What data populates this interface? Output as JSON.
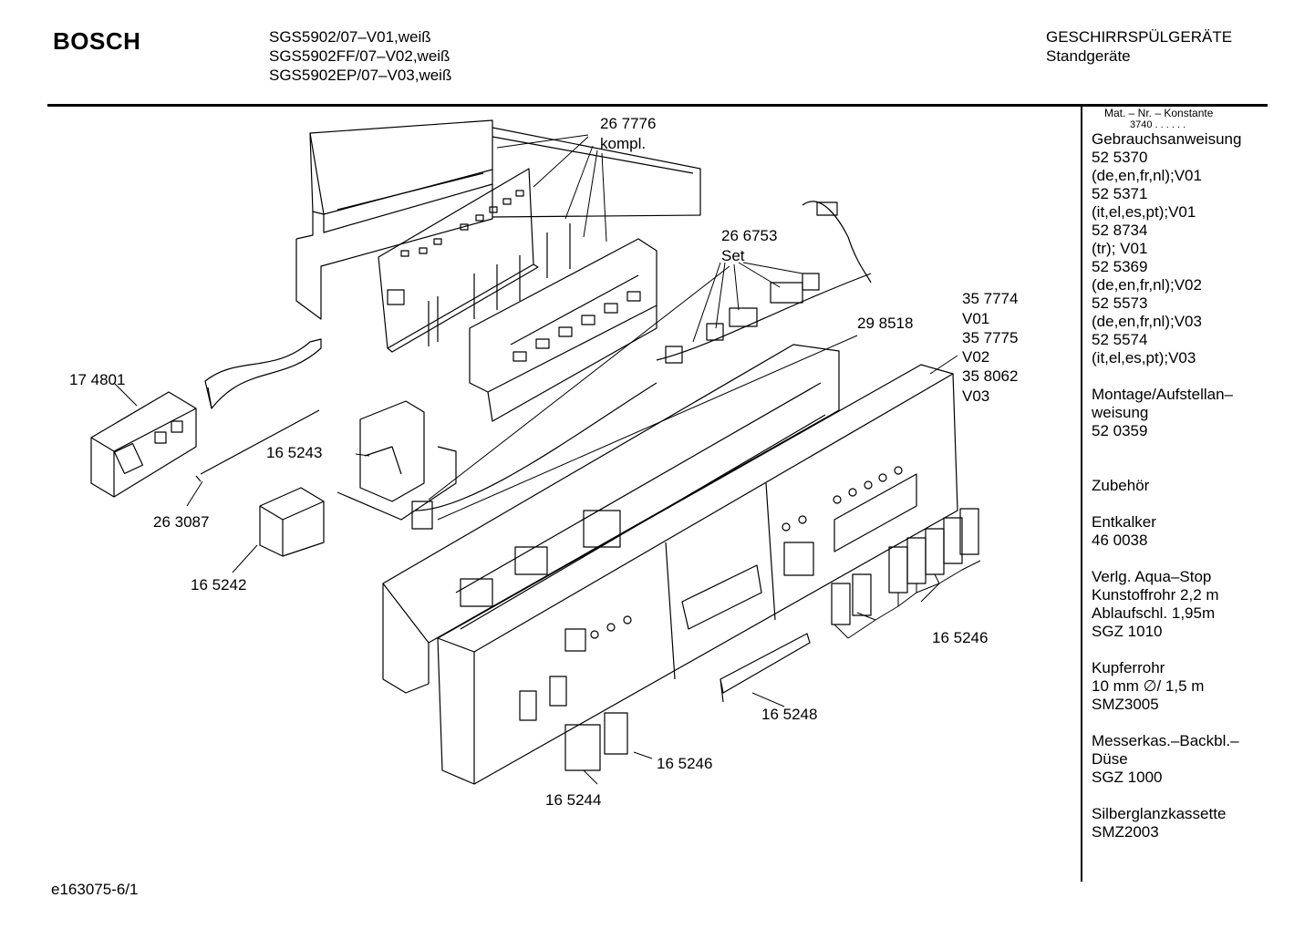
{
  "header": {
    "brand": "BOSCH",
    "models": [
      "SGS5902/07–V01,weiß",
      "SGS5902FF/07–V02,weiß",
      "SGS5902EP/07–V03,weiß"
    ],
    "category": "GESCHIRRSPÜLGERÄTE",
    "subcategory": "Standgeräte"
  },
  "sidebar": {
    "heading": "Mat. – Nr. – Konstante",
    "heading_code": "3740 .  .  .  .  .  .",
    "lines": [
      "Gebrauchsanweisung",
      "52 5370",
      "(de,en,fr,nl);V01",
      "52 5371",
      "(it,el,es,pt);V01",
      "52 8734",
      "(tr); V01",
      "52 5369",
      "(de,en,fr,nl);V02",
      "52 5573",
      "(de,en,fr,nl);V03",
      "52 5574",
      "(it,el,es,pt);V03",
      "",
      "Montage/Aufstellan–",
      "weisung",
      "52 0359",
      "",
      "",
      "Zubehör",
      "",
      "Entkalker",
      "46 0038",
      "",
      "Verlg. Aqua–Stop",
      "Kunstoffrohr 2,2 m",
      "Ablaufschl. 1,95m",
      "SGZ 1010",
      "",
      "Kupferrohr",
      "10 mm ∅/ 1,5 m",
      "SMZ3005",
      "",
      "Messerkas.–Backbl.–",
      "Düse",
      "SGZ 1000",
      "",
      "Silberglanzkassette",
      "SMZ2003"
    ]
  },
  "diagram": {
    "callouts": {
      "c267776": "26 7776",
      "c267776b": "kompl.",
      "c266753": "26 6753",
      "c266753b": "Set",
      "c357774": "35 7774",
      "cV01": "V01",
      "c357775": "35 7775",
      "cV02": "V02",
      "c358062": "35 8062",
      "cV03": "V03",
      "c298518": "29 8518",
      "c174801": "17 4801",
      "c165243": "16 5243",
      "c263087": "26 3087",
      "c165242": "16 5242",
      "c165246a": "16 5246",
      "c165248": "16 5248",
      "c165246b": "16 5246",
      "c165244": "16 5244"
    }
  },
  "footer": {
    "code": "e163075-6/1"
  }
}
